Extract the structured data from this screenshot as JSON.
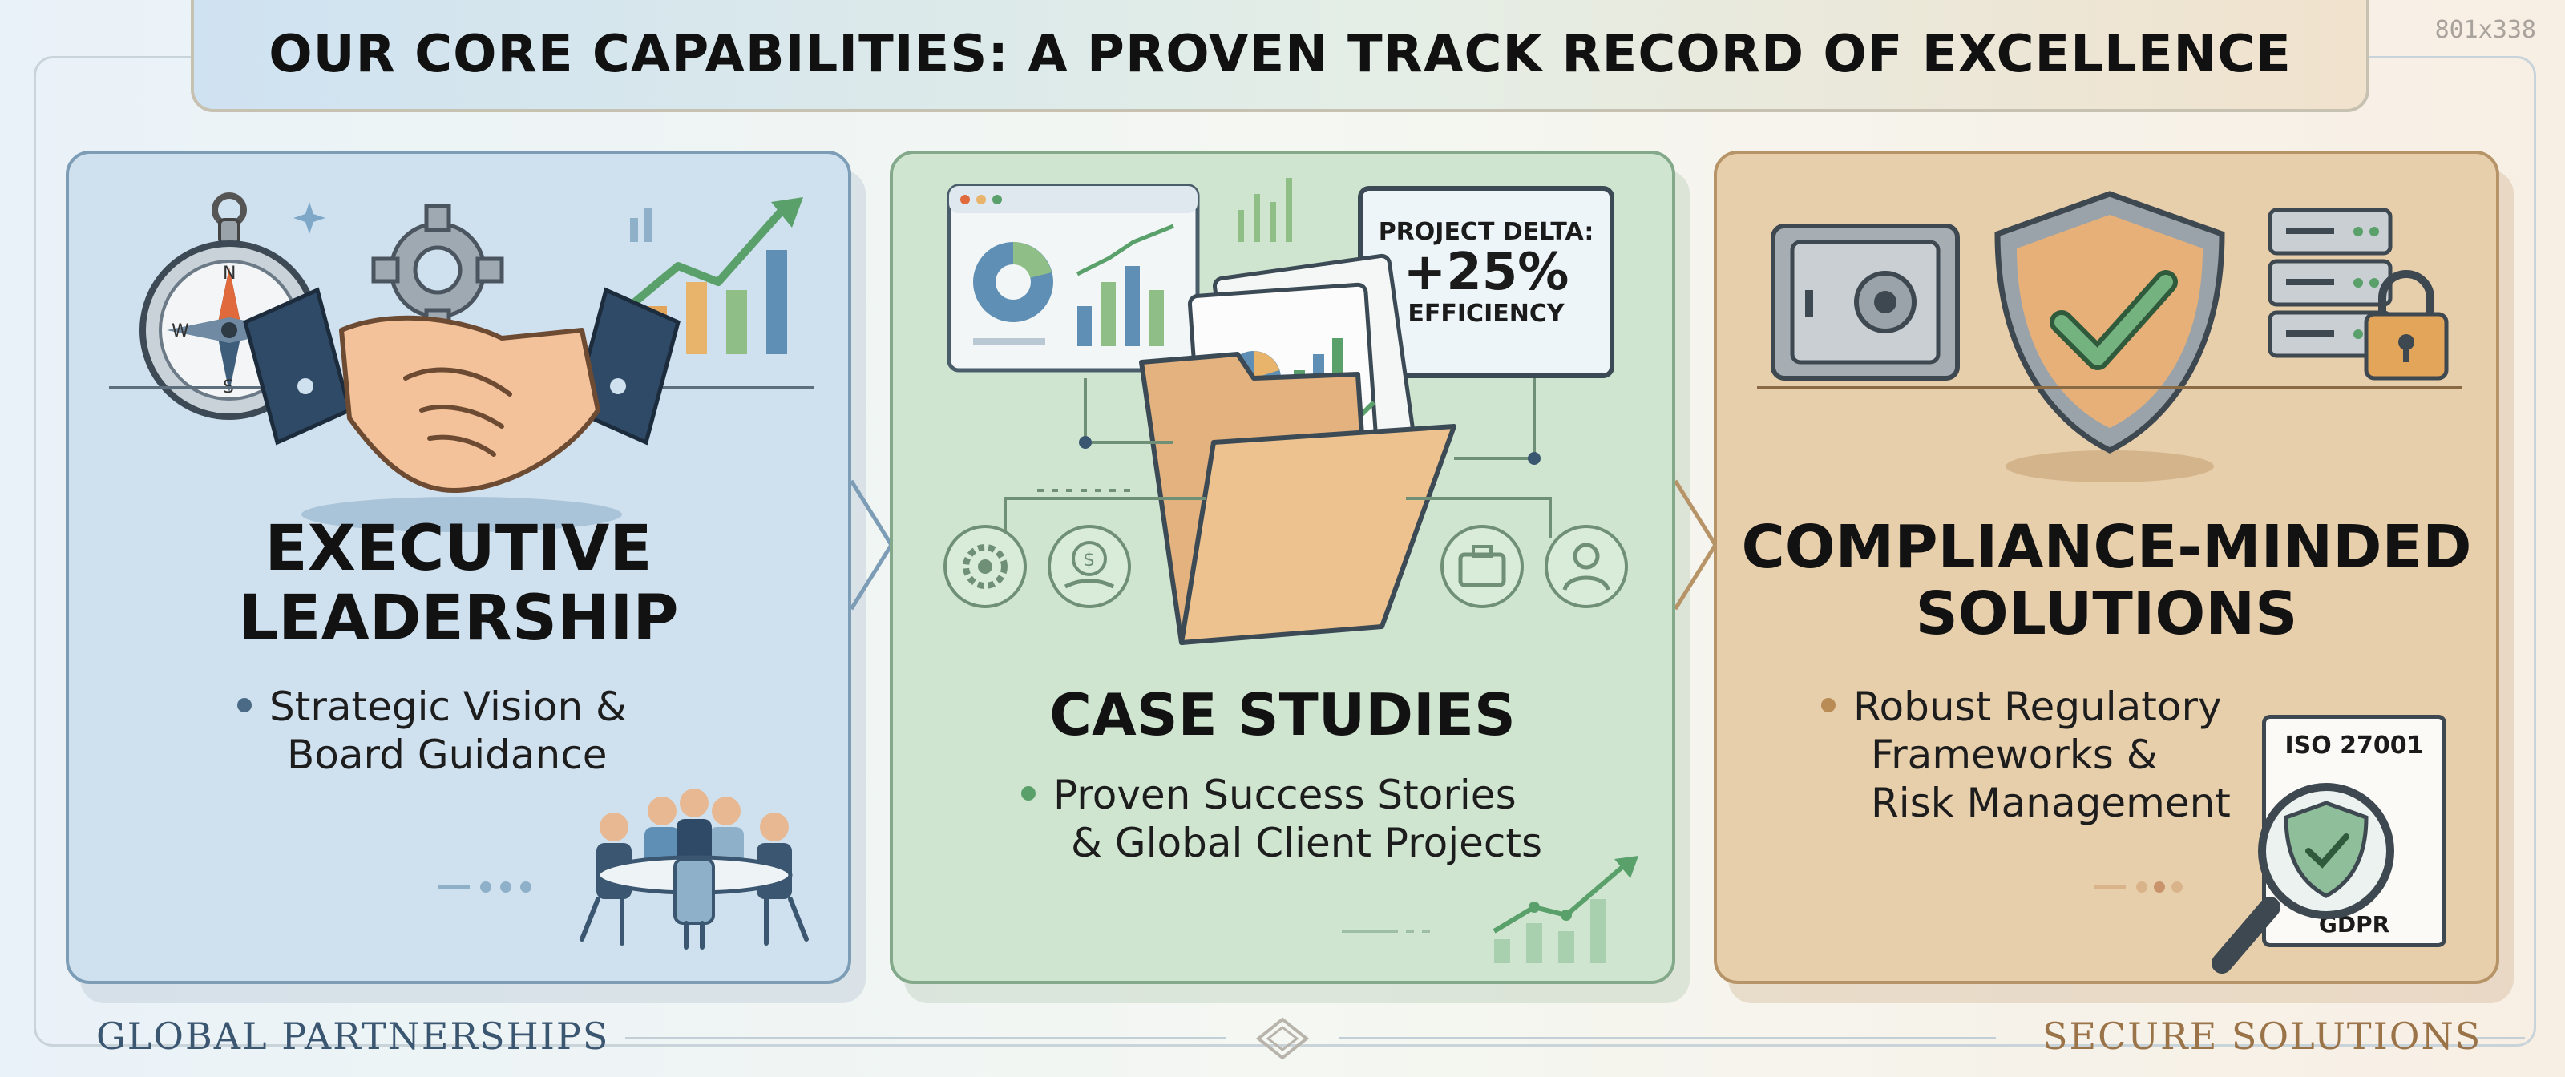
{
  "header": {
    "title": "OUR CORE CAPABILITIES: A PROVEN TRACK RECORD OF EXCELLENCE",
    "size_tag": "801x338"
  },
  "colors": {
    "blue": "#cfe0ee",
    "green": "#cfe5d0",
    "tan": "#e8cfac",
    "navy": "#3b5670",
    "accent_green": "#5aa06b",
    "accent_tan": "#b98b55"
  },
  "cards": [
    {
      "title_line1": "EXECUTIVE",
      "title_line2": "LEADERSHIP",
      "bullet_line1": "Strategic Vision &",
      "bullet_line2": "Board Guidance",
      "icons": [
        "compass-icon",
        "gear-icon",
        "handshake-icon",
        "growth-chart-icon",
        "board-meeting-icon"
      ]
    },
    {
      "title": "CASE STUDIES",
      "bullet_line1": "Proven Success Stories",
      "bullet_line2": "& Global Client Projects",
      "callout_line1": "PROJECT DELTA:",
      "callout_line2": "+25%",
      "callout_line3": "EFFICIENCY",
      "icons": [
        "dashboard-icon",
        "folder-icon",
        "gear-icon",
        "money-icon",
        "briefcase-icon",
        "person-icon",
        "growth-chart-icon"
      ]
    },
    {
      "title_line1": "COMPLIANCE-MINDED",
      "title_line2": "SOLUTIONS",
      "bullet_line1": "Robust Regulatory",
      "bullet_line2": "Frameworks &",
      "bullet_line3": "Risk Management",
      "doc_top": "ISO 27001",
      "doc_bottom": "GDPR",
      "icons": [
        "safe-icon",
        "shield-check-icon",
        "server-lock-icon",
        "magnifier-icon"
      ]
    }
  ],
  "footer": {
    "left": "GLOBAL PARTNERSHIPS",
    "right": "SECURE SOLUTIONS"
  }
}
